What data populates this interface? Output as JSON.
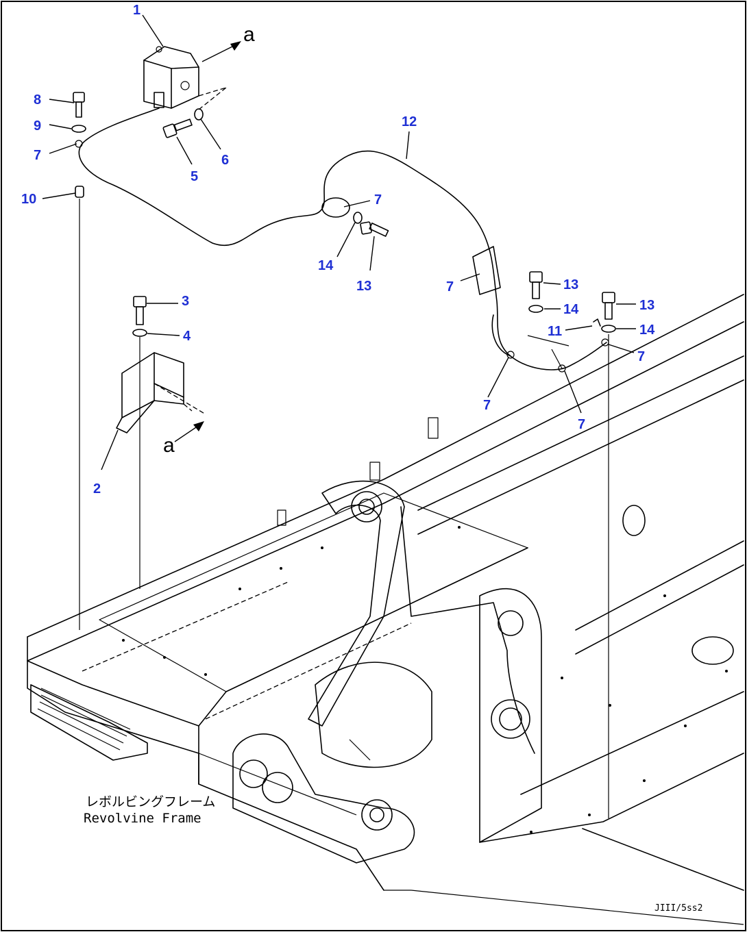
{
  "callouts": [
    {
      "key": "c1",
      "label": "1"
    },
    {
      "key": "c2",
      "label": "2"
    },
    {
      "key": "c3",
      "label": "3"
    },
    {
      "key": "c4",
      "label": "4"
    },
    {
      "key": "c5",
      "label": "5"
    },
    {
      "key": "c6",
      "label": "6"
    },
    {
      "key": "c7a",
      "label": "7"
    },
    {
      "key": "c7b",
      "label": "7"
    },
    {
      "key": "c7c",
      "label": "7"
    },
    {
      "key": "c7d",
      "label": "7"
    },
    {
      "key": "c7e",
      "label": "7"
    },
    {
      "key": "c7f",
      "label": "7"
    },
    {
      "key": "c7g",
      "label": "7"
    },
    {
      "key": "c8",
      "label": "8"
    },
    {
      "key": "c9",
      "label": "9"
    },
    {
      "key": "c10",
      "label": "10"
    },
    {
      "key": "c11",
      "label": "11"
    },
    {
      "key": "c12",
      "label": "12"
    },
    {
      "key": "c13a",
      "label": "13"
    },
    {
      "key": "c13b",
      "label": "13"
    },
    {
      "key": "c13c",
      "label": "13"
    },
    {
      "key": "c14a",
      "label": "14"
    },
    {
      "key": "c14b",
      "label": "14"
    },
    {
      "key": "c14c",
      "label": "14"
    }
  ],
  "view_markers": {
    "top": "a",
    "bottom": "a"
  },
  "caption": {
    "japanese": "レボルビングフレーム",
    "english": "Revolvine Frame"
  },
  "drawing_code": "JIII/5ss2",
  "colors": {
    "callout": "#1e2fd4",
    "line": "#000000"
  }
}
